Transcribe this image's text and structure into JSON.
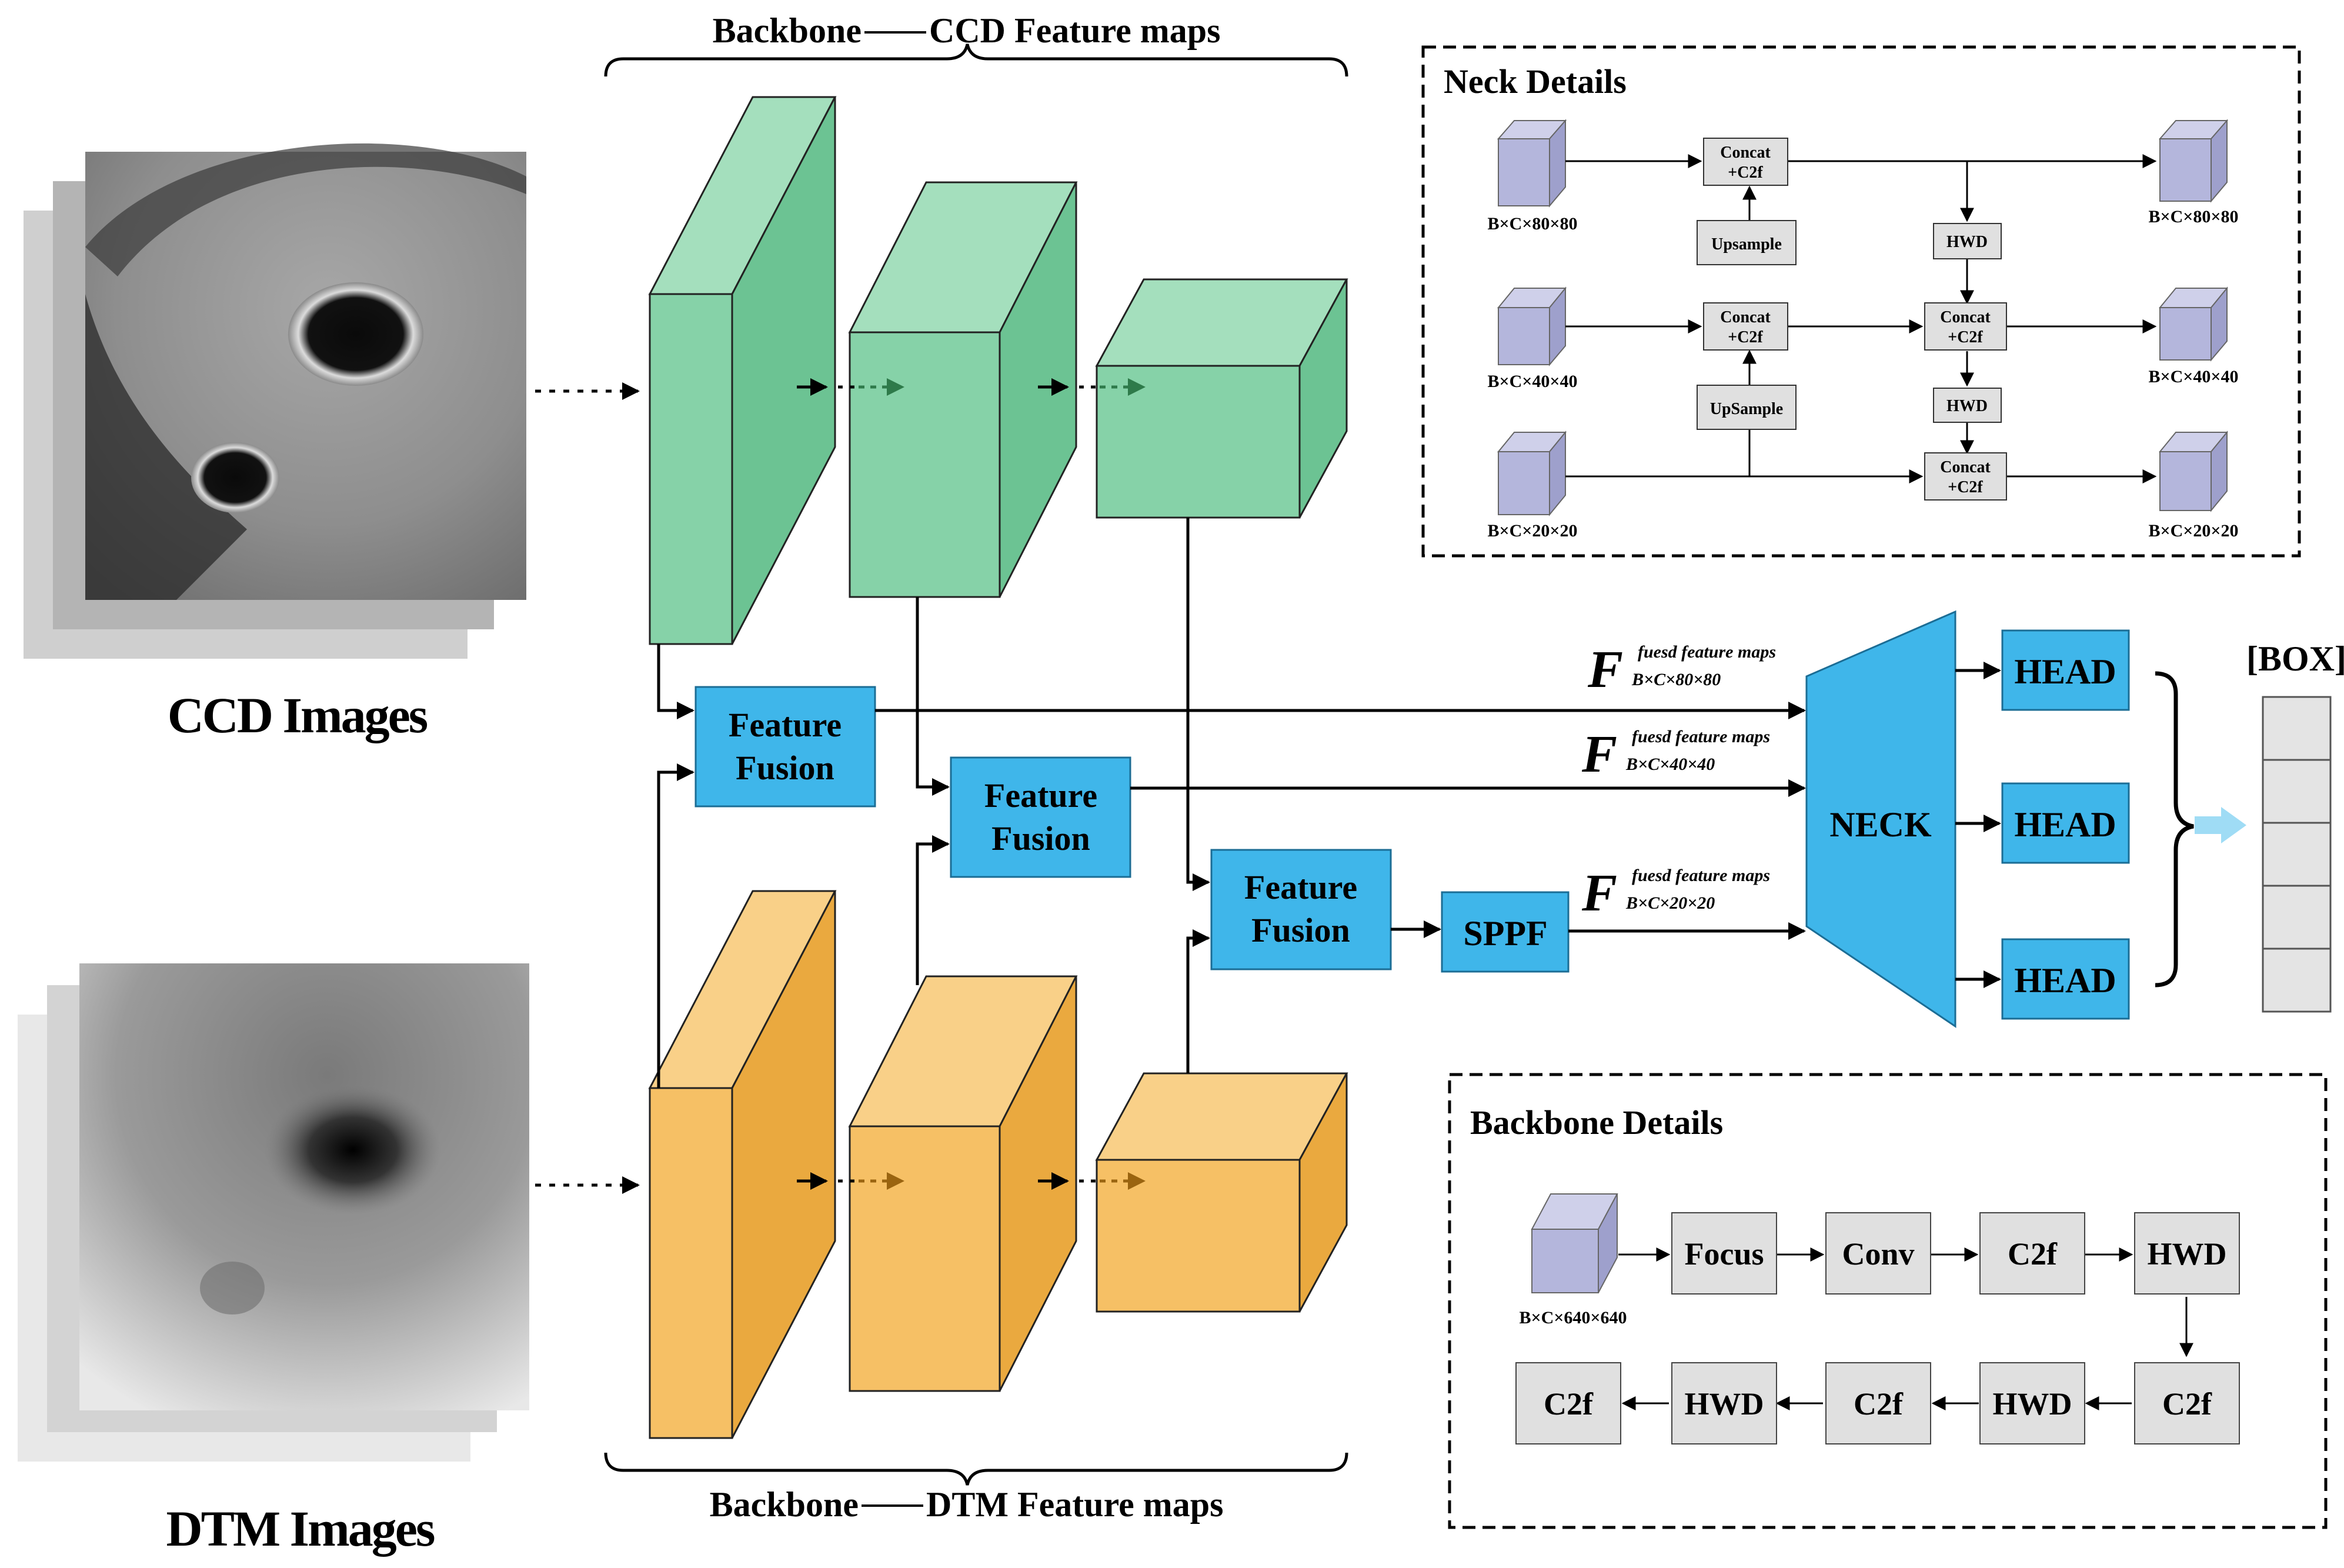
{
  "inputs": {
    "ccd_label": "CCD Images",
    "dtm_label": "DTM Images"
  },
  "backbone": {
    "ccd_title_left": "Backbone",
    "ccd_title_right": "CCD Feature maps",
    "dtm_title_left": "Backbone",
    "dtm_title_right": "DTM Feature maps"
  },
  "fusion": {
    "line1": "Feature",
    "line2": "Fusion"
  },
  "sppf_label": "SPPF",
  "neck_label": "NECK",
  "head_label": "HEAD",
  "output_label": "[BOX]",
  "fused": {
    "symbol": "F",
    "super": "fuesd feature maps",
    "sub_80": "B×C×80×80",
    "sub_40": "B×C×40×40",
    "sub_20": "B×C×20×20"
  },
  "neck_details": {
    "title": "Neck Details",
    "concat_line1": "Concat",
    "concat_line2": "+C2f",
    "upsample_top": "Upsample",
    "upsample_bottom": "UpSample",
    "hwd": "HWD",
    "dims_80": "B×C×80×80",
    "dims_40": "B×C×40×40",
    "dims_20": "B×C×20×20"
  },
  "backbone_details": {
    "title": "Backbone Details",
    "input_dims": "B×C×640×640",
    "row1": [
      "Focus",
      "Conv",
      "C2f",
      "HWD"
    ],
    "row2": [
      "C2f",
      "HWD",
      "C2f",
      "HWD",
      "C2f"
    ]
  },
  "colors": {
    "ccd_feature": "#86d2a8",
    "dtm_feature": "#f6c065",
    "module_blue": "#3fb6ea",
    "detail_gray": "#e0e0e0",
    "cube_purple": "#b4b6dc",
    "output_arrow": "#9fdcf5"
  }
}
